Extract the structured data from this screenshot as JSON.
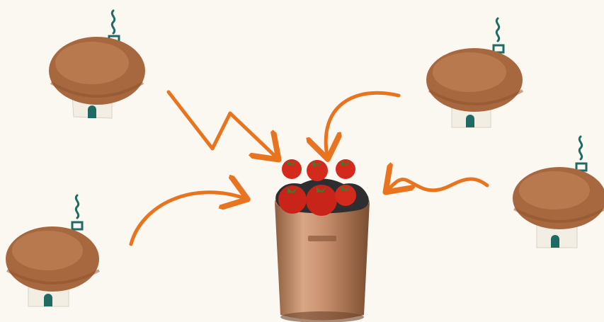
{
  "illustration": {
    "background_color": "#FBF7F1",
    "accent_color": "#E8741F",
    "door_color": "#1F6B64",
    "mushroom_houses": [
      {
        "name": "mushroom-house-top-left"
      },
      {
        "name": "mushroom-house-top-right"
      },
      {
        "name": "mushroom-house-bottom-left"
      },
      {
        "name": "mushroom-house-bottom-right"
      }
    ],
    "center_object": "copper-compost-bin-with-tomatoes",
    "arrow_count": 4
  }
}
